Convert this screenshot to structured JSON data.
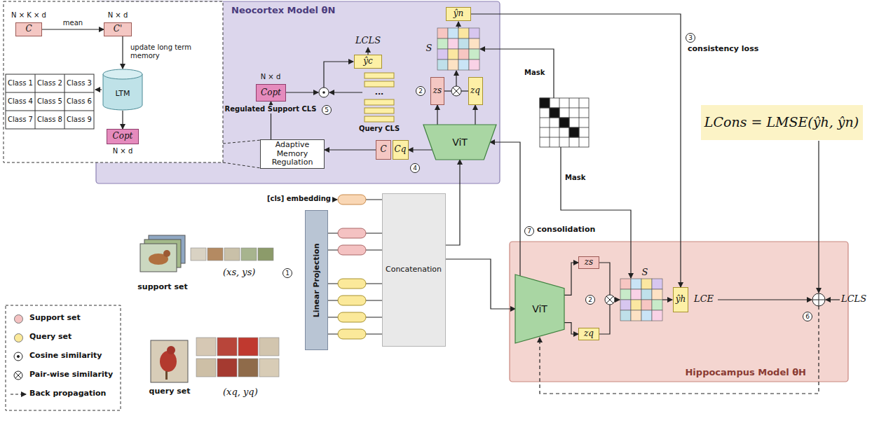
{
  "diagram": {
    "nodes": [
      {
        "text": [
          "Neocortex Model θN"
        ]
      },
      {
        "text": [
          "C"
        ]
      },
      {
        "text": [
          "C'"
        ]
      },
      {
        "text": [
          "LTM"
        ]
      },
      {
        "text": [
          "Copt"
        ]
      },
      {
        "text": [
          "ŷc"
        ],
        "in": 0
      },
      {
        "text": [
          "Copt"
        ],
        "in": 0
      },
      {
        "text": [
          "ŷn"
        ],
        "in": 0
      },
      {
        "text": [
          "zs"
        ],
        "in": 0
      },
      {
        "text": [
          "zq"
        ],
        "in": 0
      },
      {
        "text": [
          "ViT"
        ],
        "in": 0
      },
      {
        "text": [
          "C"
        ],
        "in": 0
      },
      {
        "text": [
          "Cq"
        ],
        "in": 0
      },
      {
        "text": [
          "Adaptive Memory Regulation"
        ],
        "in": 0
      },
      {
        "text": [
          "Linear Projection"
        ]
      },
      {
        "text": [
          "Concatenation"
        ]
      },
      {
        "text": [
          "LCons = LMSE(ŷh, ŷn)"
        ]
      },
      {
        "text": [
          "Hippocampus Model θH"
        ]
      },
      {
        "text": [
          "ViT"
        ],
        "in": 17
      },
      {
        "text": [
          "zs"
        ],
        "in": 17
      },
      {
        "text": [
          "zq"
        ],
        "in": 17
      },
      {
        "text": [
          "ŷh"
        ],
        "in": 17
      }
    ],
    "edges": [
      {
        "from": 1,
        "to": 2,
        "arrow": "to"
      },
      {
        "from": 2,
        "to": 3,
        "arrow": "to"
      },
      {
        "from": 3,
        "to": 4,
        "arrow": "to"
      },
      {
        "from": 13,
        "to": 6,
        "arrow": "to"
      },
      {
        "from": 10,
        "to": 12,
        "arrow": "to"
      },
      {
        "from": 11,
        "to": 13,
        "arrow": "to"
      },
      {
        "from": 10,
        "to": 8,
        "arrow": "to"
      },
      {
        "from": 10,
        "to": 9,
        "arrow": "to"
      },
      {
        "from": 15,
        "to": 10,
        "arrow": "to"
      },
      {
        "from": 15,
        "to": 18,
        "arrow": "to"
      },
      {
        "from": 18,
        "to": 10,
        "arrow": "to"
      },
      {
        "from": 7,
        "to": 21,
        "arrow": "to"
      },
      {
        "from": 18,
        "to": 19,
        "arrow": "to"
      },
      {
        "from": 18,
        "to": 20,
        "arrow": "to"
      }
    ],
    "labels": [
      "N × K × d",
      "mean",
      "N × d",
      "update long term memory",
      "Class 1",
      "Class 2",
      "Class 3",
      "Class 4",
      "Class 5",
      "Class 6",
      "Class 7",
      "Class 8",
      "Class 9",
      "N × d",
      "LCLS",
      "N × d",
      "Regulated Support CLS",
      "5",
      "...",
      "Query CLS",
      "S",
      "2",
      "4",
      "3",
      "consistency loss",
      "Mask",
      "Mask",
      "7",
      "consolidation",
      "[cls] embedding",
      "1",
      "support set",
      "(xs, ys)",
      "query set",
      "(xq, yq)",
      "S",
      "2",
      "LCE",
      "6",
      "LCLS"
    ],
    "legend": [
      {
        "text": "Support set",
        "color": "#f4c2c2"
      },
      {
        "text": "Query set",
        "color": "#fbe99a"
      },
      {
        "text": "Cosine similarity"
      },
      {
        "text": "Pair-wise similarity"
      },
      {
        "text": "Back propagation"
      }
    ]
  }
}
